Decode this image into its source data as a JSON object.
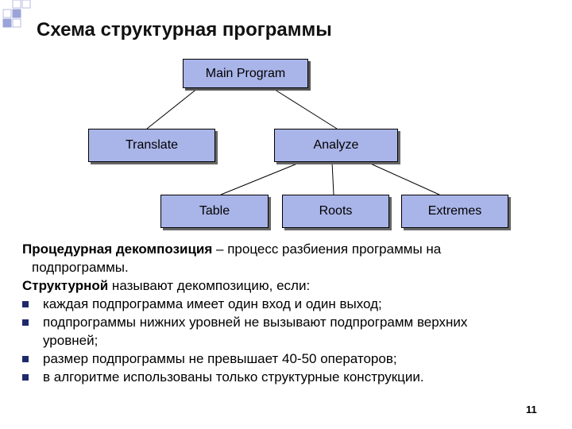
{
  "title": "Схема структурная программы",
  "diagram": {
    "nodes": {
      "main": "Main Program",
      "translate": "Translate",
      "analyze": "Analyze",
      "table": "Table",
      "roots": "Roots",
      "extremes": "Extremes"
    }
  },
  "text": {
    "p1_bold": "Процедурная декомпозиция",
    "p1_rest": " – процесс разбиения программы на",
    "p1_line2": "подпрограммы.",
    "p2_bold": "Структурной",
    "p2_rest": " называют декомпозицию,  если:",
    "bullets": [
      " каждая подпрограмма имеет один вход и один выход;",
      "подпрограммы нижних уровней не вызывают подпрограмм верхних",
      "размер подпрограммы не превышает 40-50 операторов;",
      "в алгоритме использованы только структурные конструкции."
    ],
    "bullet2_line2": "уровней;"
  },
  "page_number": "11",
  "colors": {
    "node_fill": "#a9b4e8",
    "bullet": "#1f2a6b",
    "deco_square": "#9aa4d8"
  }
}
